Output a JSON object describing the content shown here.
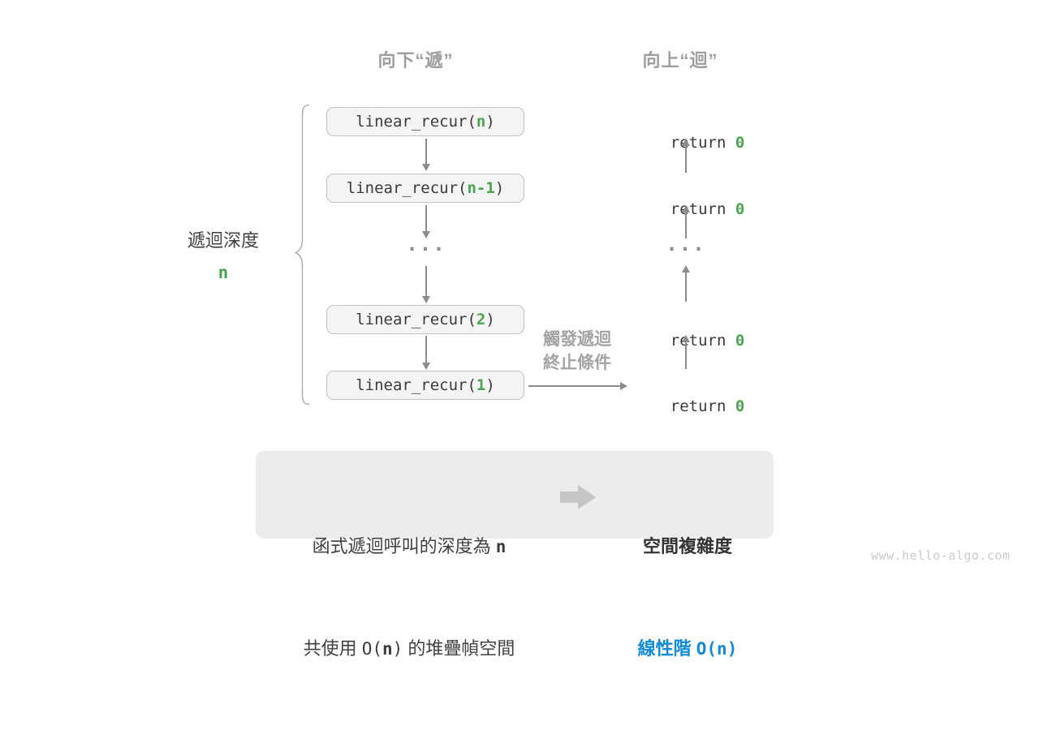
{
  "colors": {
    "green": "#4CA352",
    "blue": "#128BD8",
    "arrow": "#8C8C8C",
    "muted": "#9E9E9E",
    "ink": "#3B3B3B"
  },
  "headers": {
    "descend": "向下“遞”",
    "ascend": "向上“迴”"
  },
  "depth": {
    "label": "遞迴深度",
    "value": "n"
  },
  "stack": {
    "ellipsis": "...",
    "calls": [
      {
        "prefix": "linear_recur(",
        "arg": "n",
        "suffix": ")"
      },
      {
        "prefix": "linear_recur(",
        "arg": "n-1",
        "suffix": ")"
      },
      {
        "prefix": "linear_recur(",
        "arg": "2",
        "suffix": ")"
      },
      {
        "prefix": "linear_recur(",
        "arg": "1",
        "suffix": ")"
      }
    ]
  },
  "returns": {
    "ellipsis": "...",
    "items": [
      {
        "prefix": "return ",
        "value": "0"
      },
      {
        "prefix": "return ",
        "value": "0"
      },
      {
        "prefix": "return ",
        "value": "0"
      },
      {
        "prefix": "return ",
        "value": "0"
      }
    ]
  },
  "trigger": {
    "line1": "觸發遞迴",
    "line2": "終止條件"
  },
  "summary": {
    "line1_text": "函式遞迴呼叫的深度為 ",
    "line1_value": "n",
    "line2_a": "共使用 ",
    "line2_o": "O(",
    "line2_n": "n",
    "line2_c": ")",
    "line2_b": " 的堆疊幀空間",
    "result_title": "空間複雜度",
    "result_prefix": "線性階 ",
    "result_value": "O(n)"
  },
  "watermark": "www.hello-algo.com"
}
